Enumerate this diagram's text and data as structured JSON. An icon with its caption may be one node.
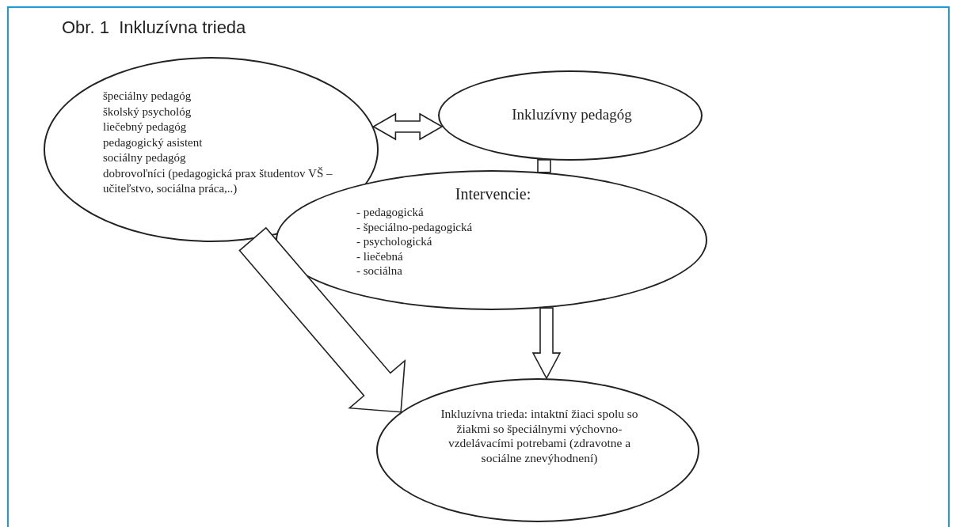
{
  "diagram": {
    "title": "Obr. 1  Inkluzívna trieda",
    "nodes": [
      {
        "text": [
          "špeciálny pedagóg",
          "školský psychológ",
          "liečebný pedagóg",
          "pedagogický asistent",
          "sociálny pedagóg",
          "dobrovoľníci (pedagogická prax študentov VŠ – učiteľstvo, sociálna práca,..)"
        ]
      },
      {
        "text": [
          "Inkluzívny pedagóg"
        ]
      },
      {
        "text": [
          "Intervencie:",
          "- pedagogická",
          "- špeciálno-pedagogická",
          "- psychologická",
          "- liečebná",
          "- sociálna"
        ]
      },
      {
        "text": [
          "Inkluzívna trieda: intaktní žiaci spolu so žiakmi so špeciálnymi výchovno-vzdelávacími potrebami (zdravotne a sociálne znevýhodnení)"
        ]
      }
    ],
    "edges": [
      {
        "from": 0,
        "to": 1,
        "arrow": "both"
      },
      {
        "from": 1,
        "to": 2,
        "arrow": "none"
      },
      {
        "from": 2,
        "to": 3,
        "arrow": "to"
      },
      {
        "from": 0,
        "to": 3,
        "arrow": "to"
      }
    ]
  }
}
